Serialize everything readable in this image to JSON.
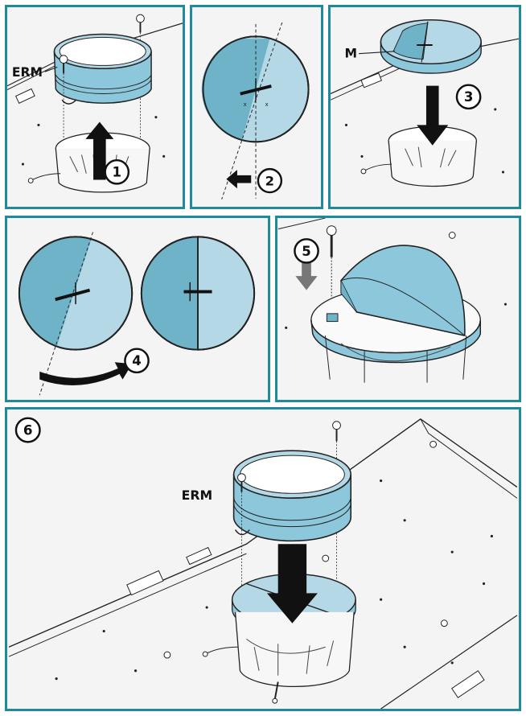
{
  "labels": {
    "erm": "ERM",
    "m": "M"
  },
  "steps": [
    "1",
    "2",
    "3",
    "4",
    "5",
    "6"
  ],
  "colors": {
    "border": "#1f8a9c",
    "fill_light": "#b5d8e6",
    "fill_dark": "#6fb3c9",
    "ring": "#8cc7db",
    "outline": "#222222",
    "sheet": "#f4f4f4"
  }
}
